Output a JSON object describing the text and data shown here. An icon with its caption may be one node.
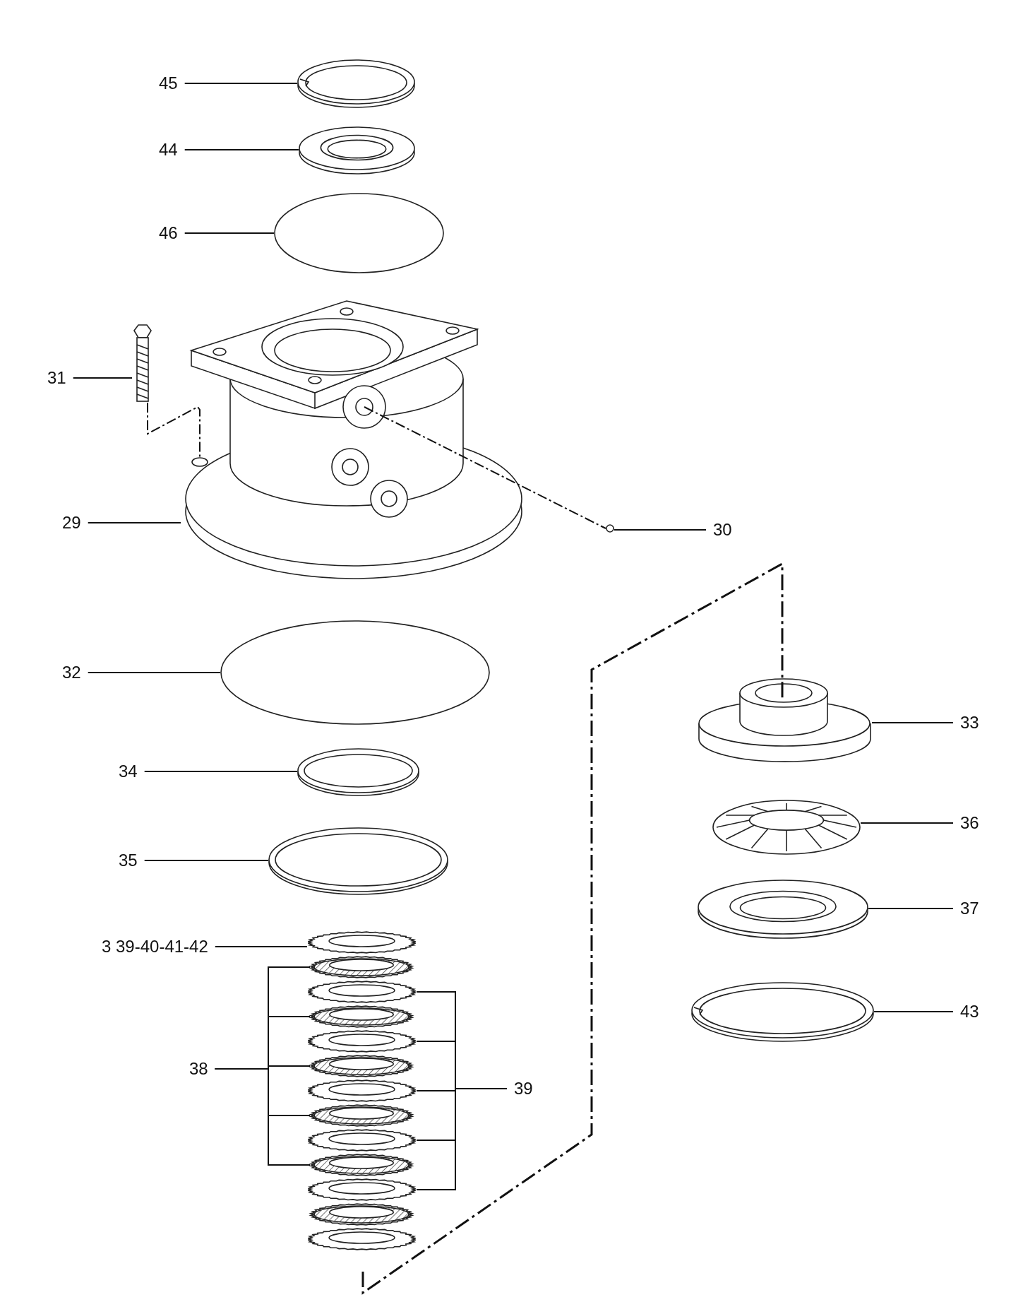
{
  "diagram": {
    "nodes": [
      {
        "text": [
          "45"
        ]
      },
      {
        "text": [],
        "shape": "picture"
      },
      {
        "text": [
          "44"
        ]
      },
      {
        "text": [],
        "shape": "picture"
      },
      {
        "text": [
          "46"
        ]
      },
      {
        "text": [],
        "shape": "circle"
      },
      {
        "text": [
          "31"
        ]
      },
      {
        "text": [],
        "shape": "picture"
      },
      {
        "text": [
          "29"
        ]
      },
      {
        "text": [],
        "shape": "picture"
      },
      {
        "text": [
          "30"
        ]
      },
      {
        "text": [],
        "shape": "circle"
      },
      {
        "text": [
          "32"
        ]
      },
      {
        "text": [],
        "shape": "circle"
      },
      {
        "text": [
          "33"
        ]
      },
      {
        "text": [],
        "shape": "picture"
      },
      {
        "text": [
          "34"
        ]
      },
      {
        "text": [],
        "shape": "picture"
      },
      {
        "text": [
          "36"
        ]
      },
      {
        "text": [],
        "shape": "picture"
      },
      {
        "text": [
          "35"
        ]
      },
      {
        "text": [],
        "shape": "picture"
      },
      {
        "text": [
          "37"
        ]
      },
      {
        "text": [],
        "shape": "picture"
      },
      {
        "text": [
          "3 39-40-41-42"
        ]
      },
      {
        "text": [],
        "shape": "picture"
      },
      {
        "text": [
          "43"
        ]
      },
      {
        "text": [],
        "shape": "picture"
      },
      {
        "text": [
          "38"
        ]
      },
      {
        "text": [
          "39"
        ]
      },
      {
        "text": [],
        "shape": "picture"
      },
      {
        "text": [],
        "shape": "picture"
      },
      {
        "text": [],
        "shape": "picture"
      },
      {
        "text": [],
        "shape": "picture"
      },
      {
        "text": [],
        "shape": "picture"
      },
      {
        "text": [],
        "shape": "picture"
      },
      {
        "text": [],
        "shape": "picture"
      },
      {
        "text": [],
        "shape": "picture"
      },
      {
        "text": [],
        "shape": "picture"
      },
      {
        "text": [],
        "shape": "picture"
      },
      {
        "text": [],
        "shape": "picture"
      },
      {
        "text": [],
        "shape": "picture"
      }
    ],
    "edges": [
      {
        "from": 0,
        "to": 1,
        "arrow": "none"
      },
      {
        "from": 2,
        "to": 3,
        "arrow": "none"
      },
      {
        "from": 4,
        "to": 5,
        "arrow": "none"
      },
      {
        "from": 6,
        "to": 7,
        "arrow": "none"
      },
      {
        "from": 8,
        "to": 9,
        "arrow": "none"
      },
      {
        "from": 10,
        "to": 11,
        "arrow": "none"
      },
      {
        "from": 12,
        "to": 13,
        "arrow": "none"
      },
      {
        "from": 14,
        "to": 15,
        "arrow": "none"
      },
      {
        "from": 16,
        "to": 17,
        "arrow": "none"
      },
      {
        "from": 18,
        "to": 19,
        "arrow": "none"
      },
      {
        "from": 20,
        "to": 21,
        "arrow": "none"
      },
      {
        "from": 22,
        "to": 23,
        "arrow": "none"
      },
      {
        "from": 24,
        "to": 25,
        "arrow": "none"
      },
      {
        "from": 26,
        "to": 27,
        "arrow": "none"
      },
      {
        "from": 28,
        "to": 30,
        "arrow": "none"
      },
      {
        "from": 28,
        "to": 31,
        "arrow": "none"
      },
      {
        "from": 28,
        "to": 32,
        "arrow": "none"
      },
      {
        "from": 28,
        "to": 33,
        "arrow": "none"
      },
      {
        "from": 28,
        "to": 34,
        "arrow": "none"
      },
      {
        "from": 29,
        "to": 35,
        "arrow": "none"
      },
      {
        "from": 29,
        "to": 36,
        "arrow": "none"
      },
      {
        "from": 29,
        "to": 37,
        "arrow": "none"
      },
      {
        "from": 29,
        "to": 38,
        "arrow": "none"
      },
      {
        "from": 29,
        "to": 39,
        "arrow": "none"
      },
      {
        "from": 7,
        "to": 9,
        "arrow": "none",
        "style": "dashed"
      },
      {
        "from": 9,
        "to": 11,
        "arrow": "none",
        "style": "dashed"
      }
    ]
  }
}
